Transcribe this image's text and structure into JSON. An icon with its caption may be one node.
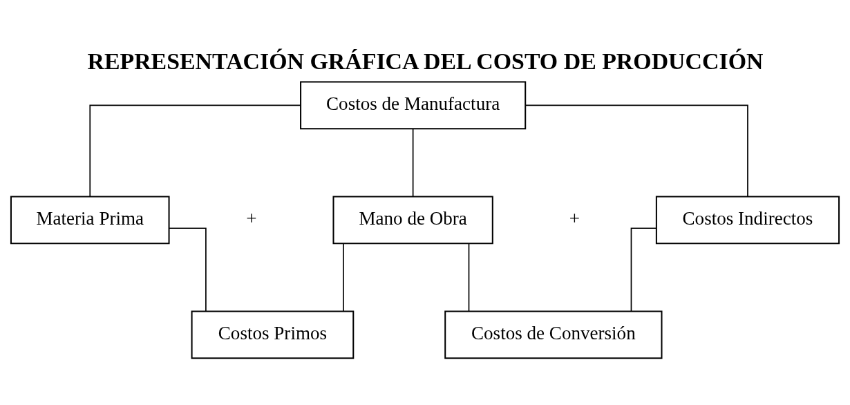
{
  "diagram": {
    "title": "REPRESENTACIÓN GRÁFICA DEL COSTO DE PRODUCCIÓN",
    "nodes": [
      {
        "text": [
          "Costos de Manufactura"
        ]
      },
      {
        "text": [
          "Materia Prima"
        ]
      },
      {
        "text": [
          "Mano de Obra"
        ]
      },
      {
        "text": [
          "Costos Indirectos"
        ]
      },
      {
        "text": [
          "Costos Primos"
        ]
      },
      {
        "text": [
          "Costos de Conversión"
        ]
      }
    ],
    "edges": [
      {
        "from": 0,
        "to": 1,
        "arrow": "none"
      },
      {
        "from": 0,
        "to": 2,
        "arrow": "none"
      },
      {
        "from": 0,
        "to": 3,
        "arrow": "none"
      },
      {
        "from": 1,
        "to": 4,
        "arrow": "none"
      },
      {
        "from": 2,
        "to": 4,
        "arrow": "none"
      },
      {
        "from": 2,
        "to": 5,
        "arrow": "none"
      },
      {
        "from": 3,
        "to": 5,
        "arrow": "none"
      }
    ],
    "labels": [
      "+",
      "+"
    ]
  }
}
